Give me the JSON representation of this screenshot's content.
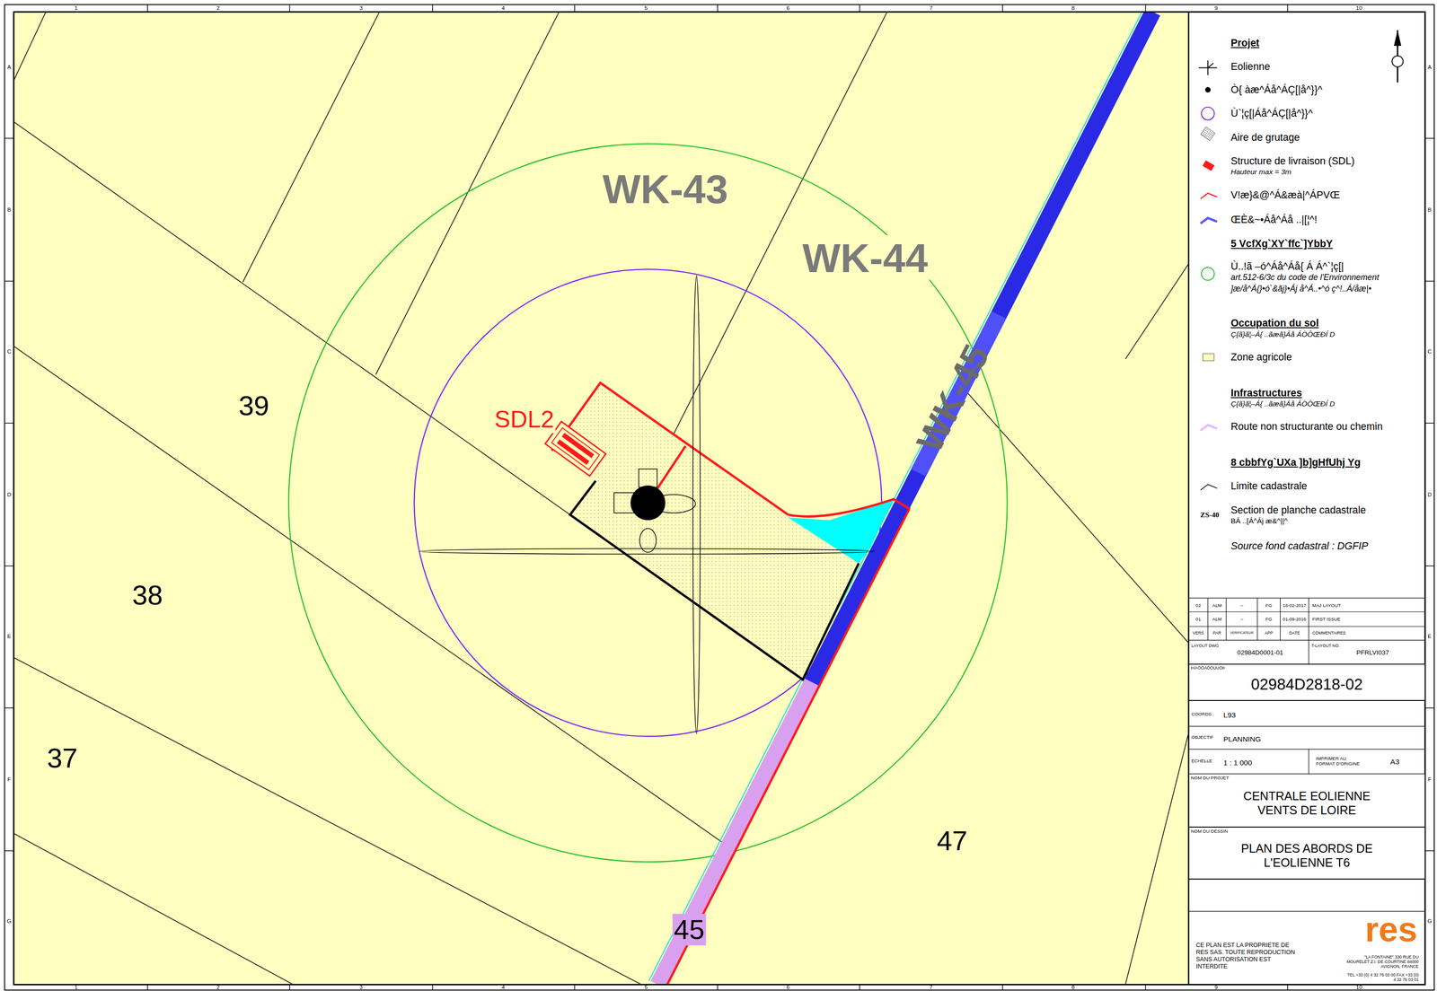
{
  "diagram": {
    "nodes": [
      {
        "text": [
          "ÞIÁÖÒÁÖÒÙÙOÞ",
          "02984D2818-02"
        ]
      },
      {
        "text": [
          "NOM DU PROJET",
          "CENTRALE EOLIENNE VENTS DE LOIRE"
        ]
      },
      {
        "text": [
          "NOM DU DESSIN",
          "PLAN DES ABORDS DE L'EOLIENNE T6"
        ]
      },
      {
        "text": [
          "CE PLAN EST LA PROPRIETE DE RES SAS. TOUTE REPRODUCTION SANS AUTORISATION EST INTERDITE"
        ]
      }
    ],
    "labels": [
      "1",
      "2",
      "3",
      "4",
      "5",
      "6",
      "7",
      "8",
      "9",
      "10",
      "1",
      "2",
      "3",
      "4",
      "5",
      "6",
      "7",
      "8",
      "9",
      "10",
      "A",
      "B",
      "C",
      "D",
      "E",
      "F",
      "G",
      "A",
      "B",
      "C",
      "D",
      "E",
      "F",
      "G",
      "WK-43",
      "WK-44",
      "WK-45",
      "39",
      "38",
      "37",
      "47",
      "45",
      "SDL2",
      "Projet",
      "Hauteur max = 3m",
      "5 VcfXg`XY`ffc`]YbbY",
      "art.512-6/3c du code de l'Environnement",
      "]æ/å^Á{}•ó`&ãj}•Áj å^Á..•^ó ç^!..Á/åæ|•",
      "Occupation du sol",
      "Ç{ã}ã¦–Á{ ..ãæã}Áå ÁÒÔŒÐÍ D",
      "Infrastructures",
      "Ç{ã}ã¦–Á{ ..ãæã}Áå ÁÒÔŒÐÍ D",
      "8 cbbfYg`UXa ]b]gHfUhj Yg",
      "ZS-40",
      "BÁ ..[Á^Áj æ&^||^",
      "Source fond cadastral : DGFIP",
      "02",
      "ALM",
      "--",
      "FG",
      "16-02-2017",
      "MAJ LAYOUT",
      "01",
      "ALM",
      "--",
      "FG",
      "01-09-2016",
      "FIRST ISSUE",
      "VERS",
      "PAR",
      "VERIFICATEUR",
      "APP",
      "DATE",
      "COMMENTAIRES",
      "LAYOUT DWG",
      "02984D0001-01",
      "T-LAYOUT NO.",
      "PFRLVI037",
      "COORDS",
      "L93",
      "OBJECTIF",
      "PLANNING",
      "ECHELLE",
      "1 : 1 000",
      "IMPRIMER AU FORMAT D'ORIGINE",
      "A3",
      "res",
      "\"LA FONTAINE\" 330 RUE DU MOURELET Z.I. DE COURTINE 84000 AVIGNON, FRANCE",
      "TEL +33 (0) 4 32 76 03 00 FAX +33 (0) 4 32 76 03 01"
    ],
    "legend": [
      {
        "text": "Eolienne"
      },
      {
        "text": "Ò{ àæ^Áå^ÁÇ[|å^}}^"
      },
      {
        "text": "Ù`¦ç[|Áå^ÁÇ[|å^}}^"
      },
      {
        "text": "Aire de grutage"
      },
      {
        "text": "Structure de livraison (SDL)"
      },
      {
        "text": "V!æ}&@^Á&æà|^ÁPVŒ"
      },
      {
        "text": "ŒÈ&~•Áå^Áå ..|[¦^!"
      },
      {
        "text": "Ù..!ã –ó^Áå^Áå{ Á Á^`¦ç[|"
      },
      {
        "text": "Zone agricole",
        "color": "#ffffc0"
      },
      {
        "text": "Route non structurante ou chemin"
      },
      {
        "text": "Limite cadastrale"
      },
      {
        "text": "Section de planche cadastrale"
      }
    ]
  }
}
